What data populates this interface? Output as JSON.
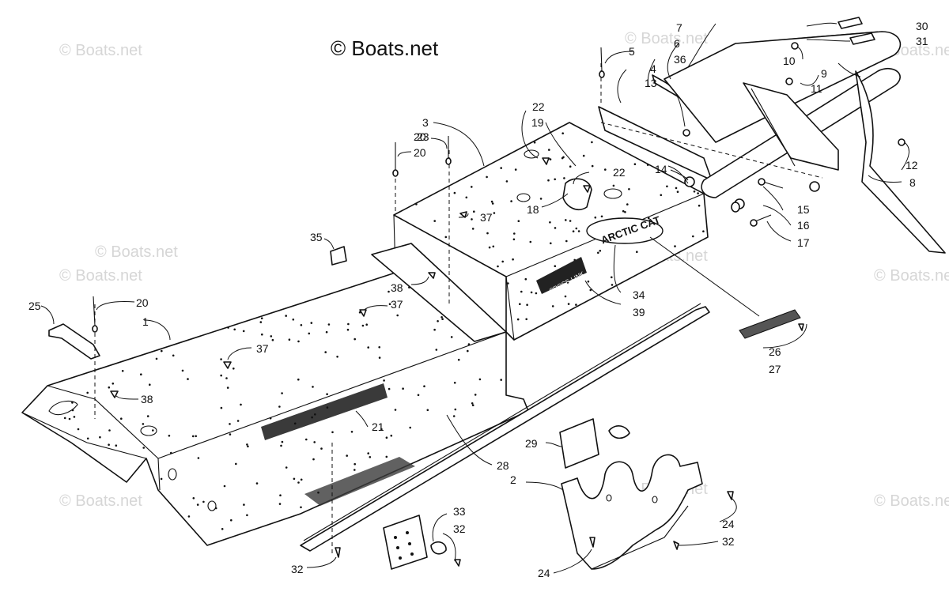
{
  "copyright": "© Boats.net",
  "watermarks": [
    "© Boats.net",
    "© Boats.net",
    "© Boats.net",
    "© Boats.net",
    "© Boats.net",
    "© Boats.net",
    "© Boats.net",
    "© Boats.net",
    "© Boats.net",
    "© Boats.net"
  ],
  "decals": {
    "arctic_cat": "ARCTIC CAT",
    "cross_link": "CROSS-LINK"
  },
  "callouts": [
    "1",
    "2",
    "3",
    "4",
    "5",
    "6",
    "7",
    "8",
    "9",
    "10",
    "11",
    "12",
    "13",
    "14",
    "15",
    "16",
    "17",
    "18",
    "19",
    "20",
    "20",
    "20",
    "21",
    "22",
    "22",
    "23",
    "24",
    "24",
    "25",
    "26",
    "27",
    "28",
    "29",
    "30",
    "31",
    "32",
    "32",
    "32",
    "33",
    "34",
    "35",
    "36",
    "37",
    "37",
    "37",
    "37",
    "38",
    "38",
    "39"
  ]
}
